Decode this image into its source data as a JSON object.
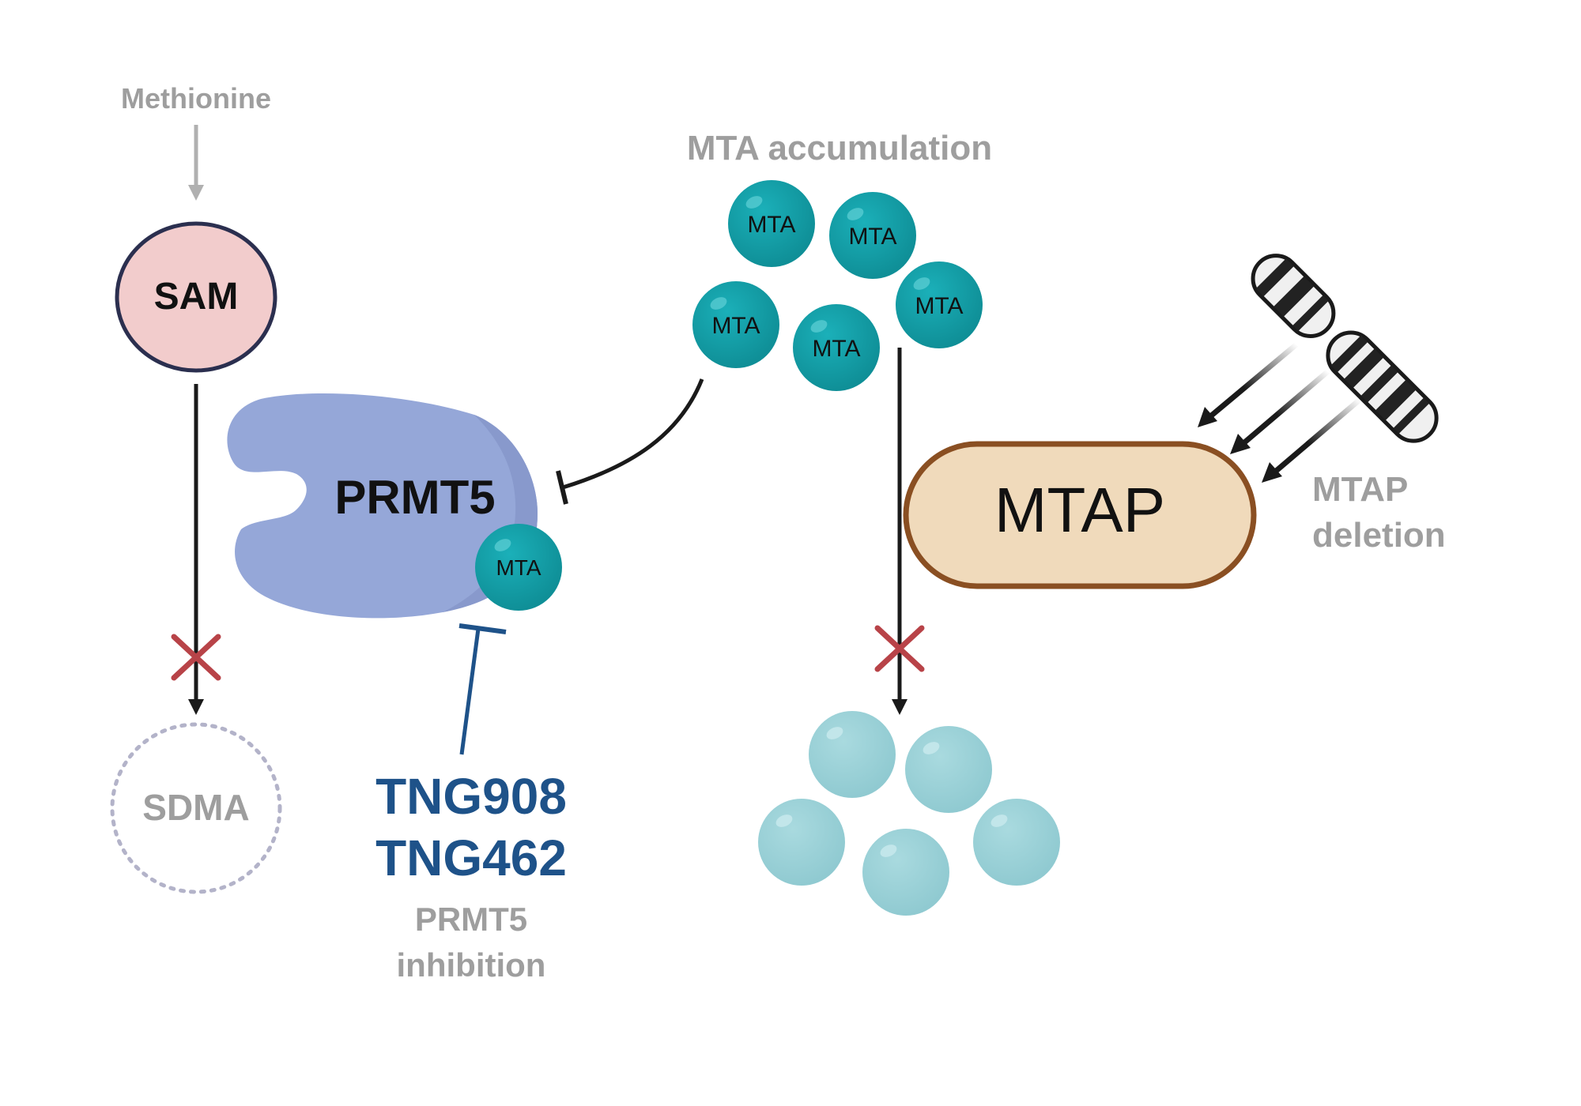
{
  "nodes": {
    "methionine": "Methionine",
    "sam": "SAM",
    "sdma": "SDMA",
    "prmt5": "PRMT5",
    "mta_accumulation": "MTA accumulation",
    "mtap": "MTAP",
    "mtap_deletion_line1": "MTAP",
    "mtap_deletion_line2": "deletion",
    "mta_bound": "MTA",
    "mta_cluster": [
      "MTA",
      "MTA",
      "MTA",
      "MTA",
      "MTA"
    ]
  },
  "drugs": {
    "line1": "TNG908",
    "line2": "TNG462",
    "caption_line1": "PRMT5",
    "caption_line2": "inhibition"
  },
  "colors": {
    "sam_fill": "#f2cccc",
    "prmt5_fill": "#95a7d8",
    "mta_teal": "#139aa3",
    "product_light": "#9ed3d9",
    "mtap_fill": "#f0dabb",
    "mtap_stroke": "#8a4f22",
    "blue_label": "#1e5289",
    "grey_label": "#9e9e9e",
    "red_cross": "#b84348"
  }
}
